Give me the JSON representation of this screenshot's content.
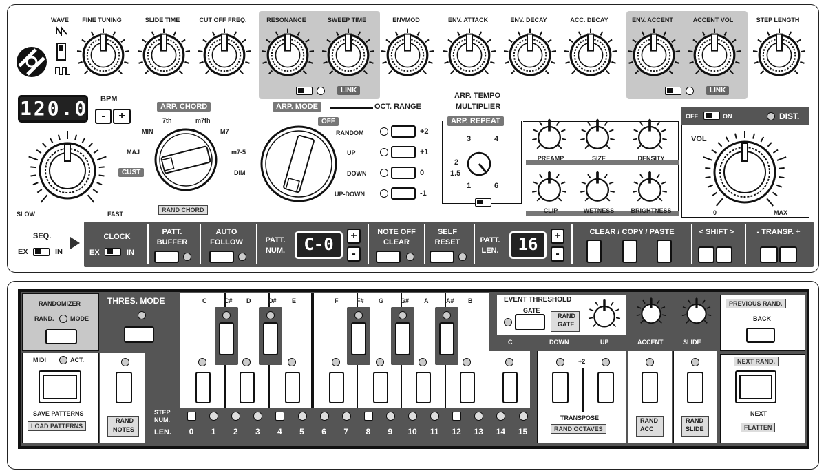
{
  "top": {
    "wave_label": "WAVE",
    "knobs": [
      {
        "label": "FINE TUNING"
      },
      {
        "label": "SLIDE TIME"
      },
      {
        "label": "CUT  OFF  FREQ."
      },
      {
        "label": "RESONANCE"
      },
      {
        "label": "SWEEP TIME"
      },
      {
        "label": "ENVMOD"
      },
      {
        "label": "ENV. ATTACK"
      },
      {
        "label": "ENV. DECAY"
      },
      {
        "label": "ACC. DECAY"
      },
      {
        "label": "ENV. ACCENT"
      },
      {
        "label": "ACCENT VOL"
      },
      {
        "label": "STEP LENGTH"
      }
    ],
    "link_label": "LINK",
    "bpm_display": "120.0",
    "bpm_label": "BPM",
    "bpm_minus": "-",
    "bpm_plus": "+",
    "tempo_slow": "SLOW",
    "tempo_fast": "FAST",
    "arp_chord": {
      "title": "ARP. CHORD",
      "options": [
        "7th",
        "m7th",
        "MIN",
        "M7",
        "MAJ",
        "m7-5",
        "CUST",
        "DIM"
      ],
      "rand": "RAND CHORD"
    },
    "arp_mode": {
      "title": "ARP. MODE",
      "options": [
        "OFF",
        "RANDOM",
        "UP",
        "DOWN",
        "UP-DOWN"
      ]
    },
    "oct_range": {
      "title": "OCT. RANGE",
      "values": [
        "+2",
        "+1",
        "0",
        "-1"
      ]
    },
    "arp_tempo": {
      "title1": "ARP. TEMPO",
      "title2": "MULTIPLIER",
      "repeat": "ARP. REPEAT",
      "marks": [
        "3",
        "4",
        "2",
        "1.5",
        "1",
        "6"
      ]
    },
    "fx_knobs": [
      "PREAMP",
      "SIZE",
      "DENSITY",
      "CLIP",
      "WETNESS",
      "BRIGHTNESS"
    ],
    "dist": {
      "off": "OFF",
      "on": "ON",
      "label": "DIST."
    },
    "vol": {
      "label": "VOL",
      "min": "0",
      "max": "MAX"
    },
    "seq": {
      "label": "SEQ.",
      "ex": "EX",
      "in": "IN"
    },
    "strip": {
      "clock": "CLOCK",
      "clock_ex": "EX",
      "clock_in": "IN",
      "patt_buffer": [
        "PATT.",
        "BUFFER"
      ],
      "auto_follow": [
        "AUTO",
        "FOLLOW"
      ],
      "patt_num": [
        "PATT.",
        "NUM."
      ],
      "patt_num_display": "C-0",
      "note_off": [
        "NOTE OFF",
        "CLEAR"
      ],
      "self_reset": [
        "SELF",
        "RESET"
      ],
      "patt_len": [
        "PATT.",
        "LEN."
      ],
      "patt_len_display": "16",
      "plus": "+",
      "minus": "-",
      "clear_copy": "CLEAR / COPY / PASTE",
      "shift": "< SHIFT >",
      "transp": "- TRANSP. +"
    }
  },
  "bottom": {
    "randomizer": "RANDOMIZER",
    "rand_mode": [
      "RAND.",
      "MODE"
    ],
    "thres_mode": "THRES. MODE",
    "midi_act": [
      "MIDI",
      "ACT."
    ],
    "save": "SAVE PATTERNS",
    "load": "LOAD PATTERNS",
    "rand_notes": [
      "RAND",
      "NOTES"
    ],
    "notes_top": [
      "C",
      "C#",
      "D",
      "D#",
      "E",
      "F",
      "F#",
      "G",
      "G#",
      "A",
      "A#",
      "B"
    ],
    "c_label": "C",
    "event_threshold": "EVENT THRESHOLD",
    "gate": "GATE",
    "rand_gate": [
      "RAND",
      "GATE"
    ],
    "down": "DOWN",
    "up": "UP",
    "plus2": "+2",
    "accent": "ACCENT",
    "slide": "SLIDE",
    "transpose": "TRANSPOSE",
    "rand_octaves": "RAND OCTAVES",
    "rand_acc": [
      "RAND",
      "ACC"
    ],
    "rand_slide": [
      "RAND",
      "SLIDE"
    ],
    "prev_rand": "PREVIOUS RAND.",
    "back": "BACK",
    "next_rand": "NEXT RAND.",
    "next": "NEXT",
    "flatten": "FLATTEN",
    "step_num": [
      "STEP",
      "NUM."
    ],
    "len": "LEN.",
    "steps": [
      "0",
      "1",
      "2",
      "3",
      "4",
      "5",
      "6",
      "7",
      "8",
      "9",
      "10",
      "11",
      "12",
      "13",
      "14",
      "15"
    ]
  }
}
